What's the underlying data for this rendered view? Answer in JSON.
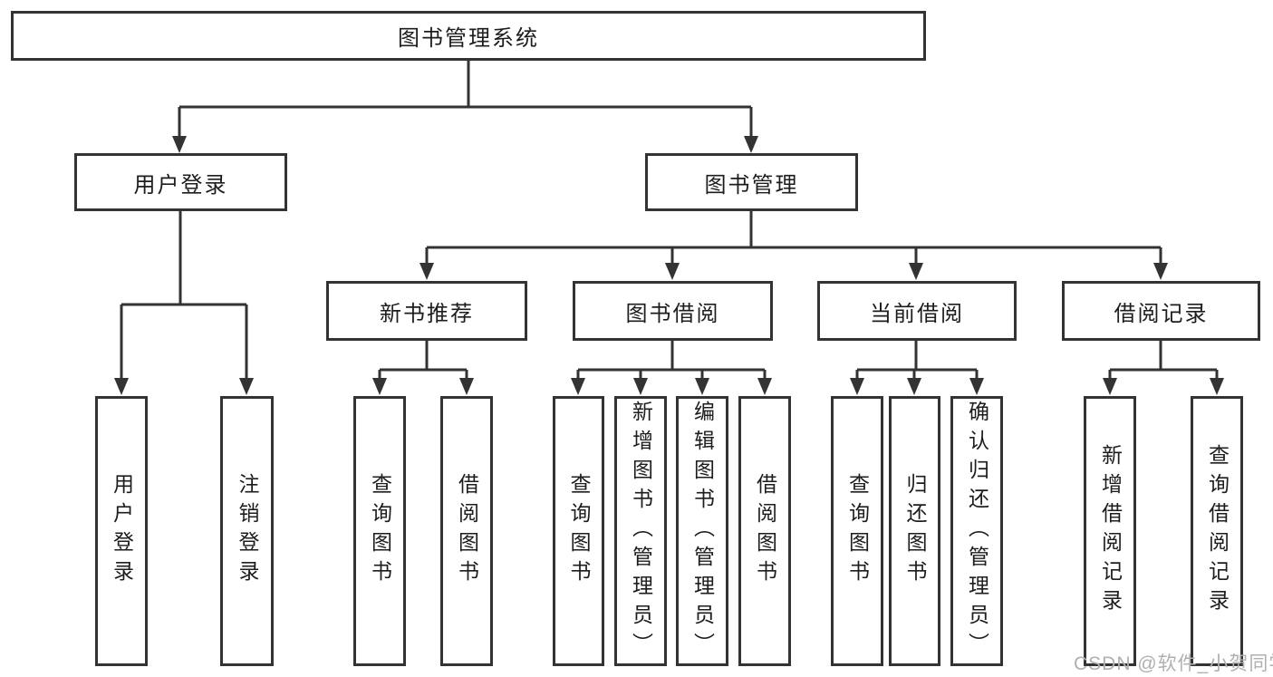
{
  "tree": {
    "root": {
      "label": "图书管理系统"
    },
    "level2": [
      {
        "label": "用户登录",
        "leaves": [
          "用户登录",
          "注销登录"
        ]
      },
      {
        "label": "图书管理",
        "children": [
          {
            "label": "新书推荐",
            "leaves": [
              "查询图书",
              "借阅图书"
            ]
          },
          {
            "label": "图书借阅",
            "leaves": [
              "查询图书",
              "新增图书（管理员）",
              "编辑图书（管理员）",
              "借阅图书"
            ]
          },
          {
            "label": "当前借阅",
            "leaves": [
              "查询图书",
              "归还图书",
              "确认归还（管理员）"
            ]
          },
          {
            "label": "借阅记录",
            "leaves": [
              "新增借阅记录",
              "查询借阅记录"
            ]
          }
        ]
      }
    ]
  },
  "watermark": "CSDN @软件_小贺同学",
  "colors": {
    "line": "#333333",
    "text": "#1d1d1d",
    "watermark": "#b0b0b0",
    "background": "#ffffff"
  }
}
